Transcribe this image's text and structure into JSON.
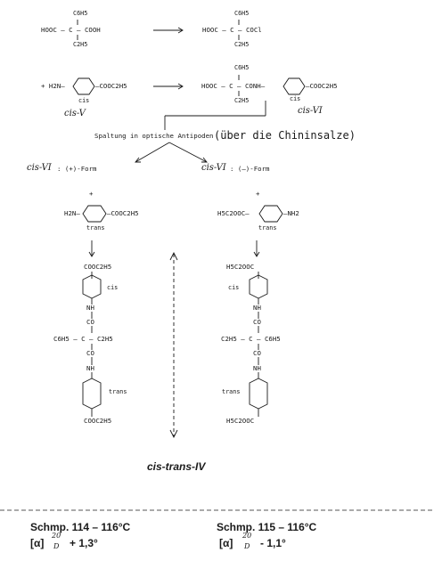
{
  "reaction1": {
    "ph": "C6H5",
    "left": "HOOC – C – COOH",
    "right": "HOOC – C – COCl",
    "et": "C2H5"
  },
  "reaction2": {
    "amine_left": "+ H2N–",
    "amine_right": "–COOC2H5",
    "cis": "cis",
    "compound_label": "cis-V",
    "product_left": "HOOC – C – CONH–",
    "product_right": "–COOC2H5",
    "product_label": "cis-VI"
  },
  "resolution": {
    "typed": "Spaltung in optische Antipoden",
    "handwritten": "(über die Chininsalze)"
  },
  "forms": {
    "left_label": "cis-VI",
    "left_form": ": (+)-Form",
    "right_label": "cis-VI",
    "right_form": ": (–)-Form"
  },
  "left_col": {
    "plus": "+",
    "amine": "H2N–",
    "ester": "–COOC2H5",
    "trans": "trans",
    "top_ester": "COOC2H5",
    "cis": "cis",
    "nh": "NH",
    "co": "CO",
    "c_row": "C6H5 – C – C2H5",
    "trans2": "trans",
    "bottom_ester": "COOC2H5"
  },
  "right_col": {
    "plus": "+",
    "ester": "H5C2OOC–",
    "amine": "–NH2",
    "trans": "trans",
    "top_ester": "H5C2OOC",
    "cis": "cis",
    "nh": "NH",
    "co": "CO",
    "c_row": "C2H5 – C – C6H5",
    "trans2": "trans",
    "bottom_ester": "H5C2OOC"
  },
  "caption": "cis-trans-IV",
  "results": {
    "left_mp": "Schmp. 114 – 116°C",
    "left_rot_label": "[α]",
    "left_rot_sup": "20",
    "left_rot_sub": "D",
    "left_rot_value": "+ 1,3°",
    "right_mp": "Schmp. 115 – 116°C",
    "right_rot_label": "[α]",
    "right_rot_sup": "20",
    "right_rot_sub": "D",
    "right_rot_value": "- 1,1°"
  }
}
